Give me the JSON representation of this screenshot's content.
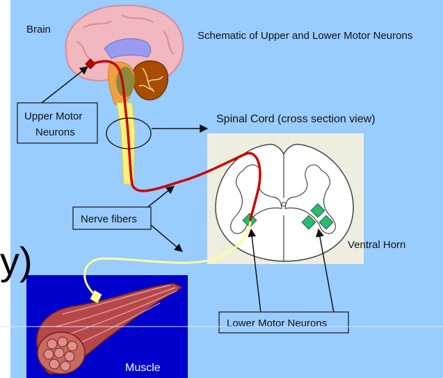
{
  "labels": {
    "brain": "Brain",
    "title": "Schematic of Upper and Lower Motor Neurons",
    "upper_motor_neurons_line1": "Upper Motor",
    "upper_motor_neurons_line2": "Neurons",
    "spinal_cord": "Spinal Cord (cross section view)",
    "nerve_fibers": "Nerve fibers",
    "ventral_horn": "Ventral Horn",
    "lower_motor_neurons": "Lower Motor Neurons",
    "muscle": "Muscle",
    "edge_glyph": "y)"
  },
  "colors": {
    "background": "#99ccff",
    "upper_neuron_fiber": "#cc0000",
    "lower_neuron_fiber": "#ffff99",
    "spinal_panel": "#eeeee0",
    "lower_neuron_cells": "#2eb872",
    "muscle_panel": "#0000cc",
    "muscle": "#b5474a",
    "brain": "#f2b8c0",
    "cerebellum": "#a84d00",
    "brainstem": "#f0a040",
    "spinal_column": "#f7f07a"
  }
}
